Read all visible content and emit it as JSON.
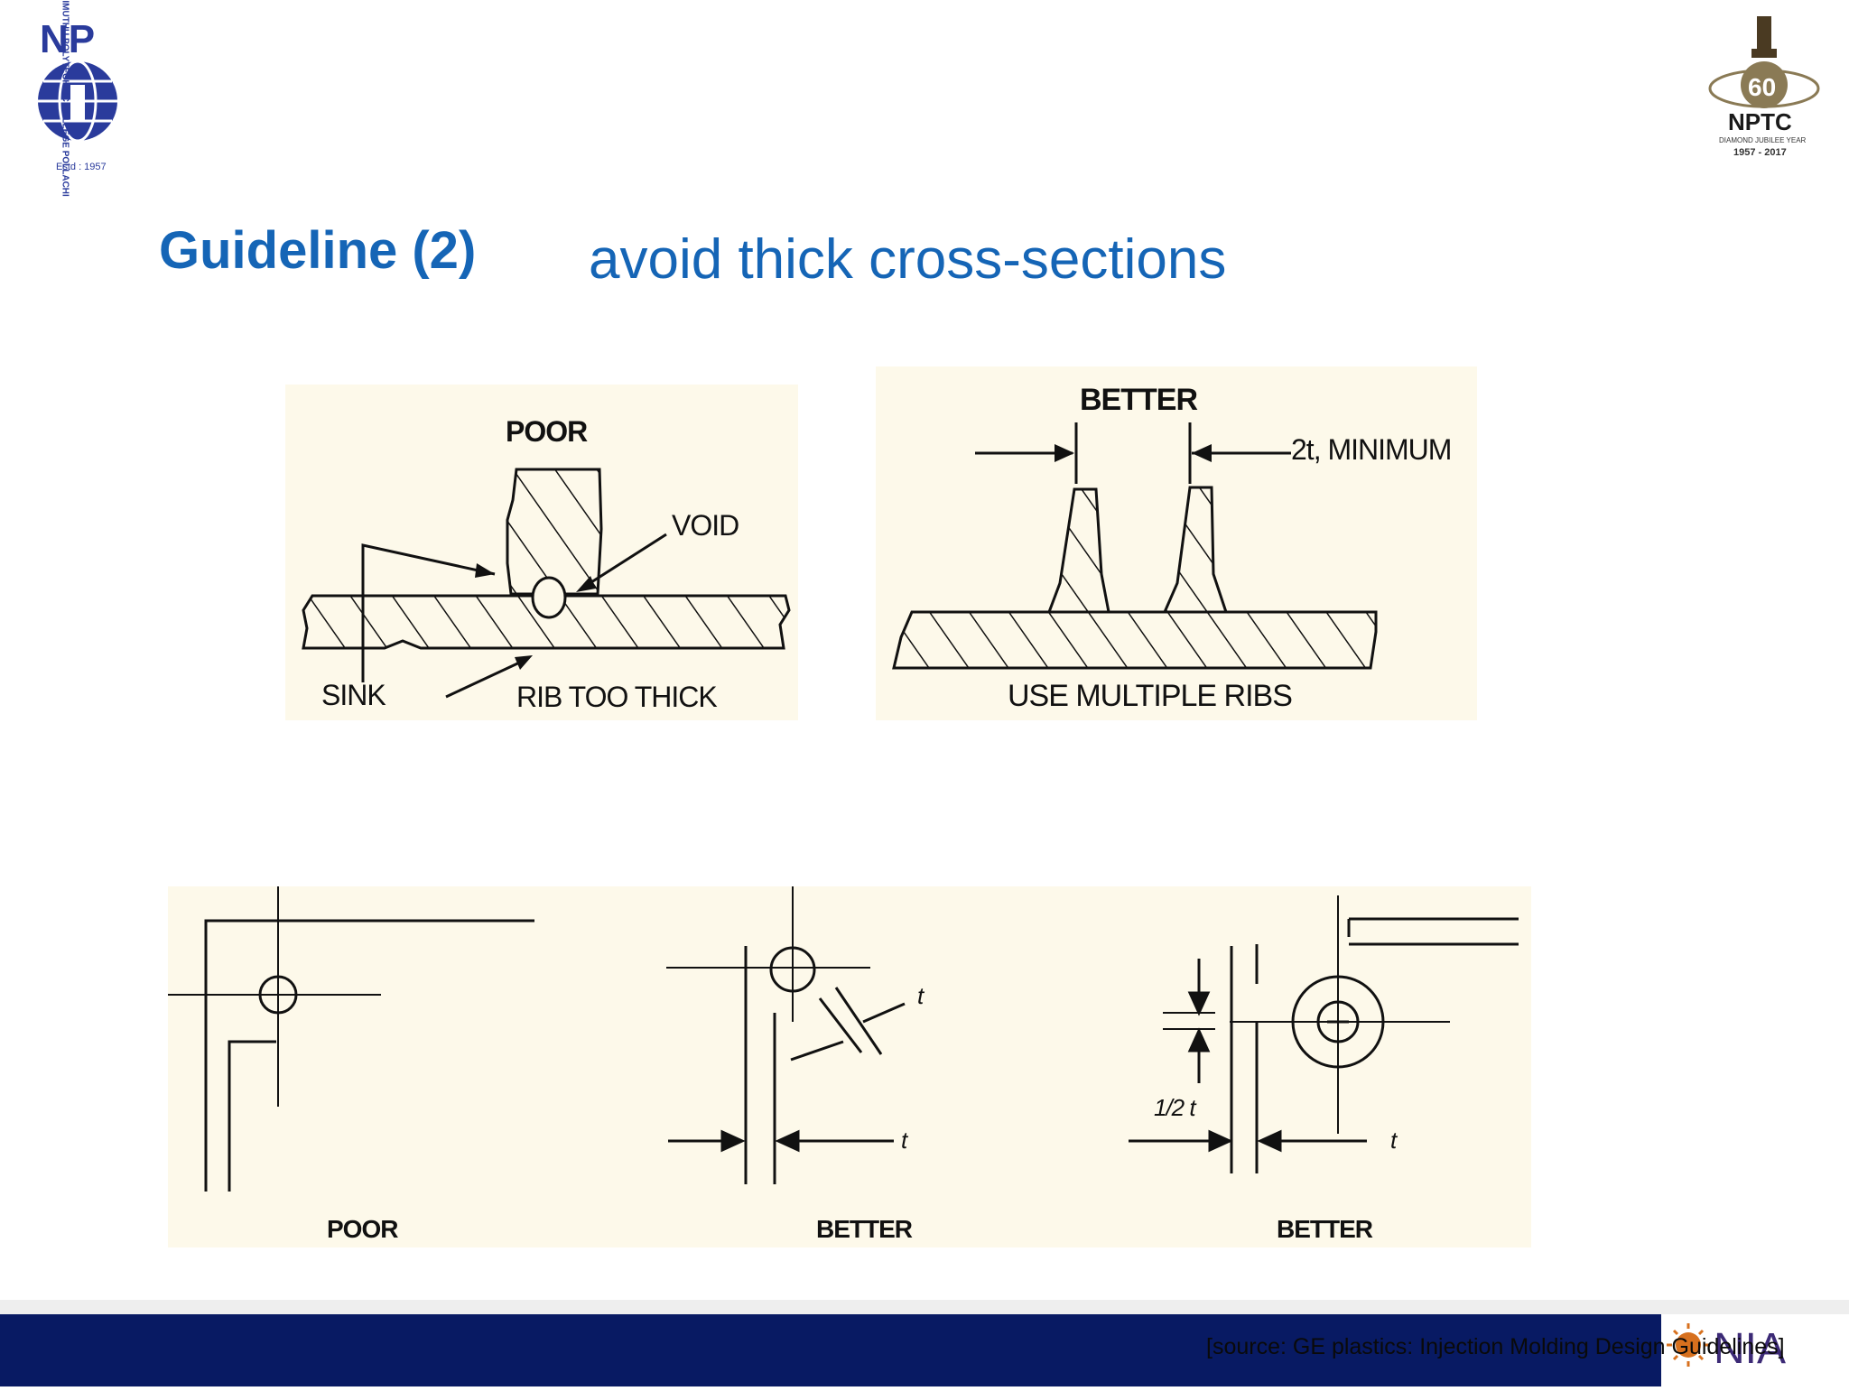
{
  "logos": {
    "left": {
      "letters": "NP",
      "ring_text": "NACHIMUTHU POLYTECHNIC COLLEGE POLLACHI",
      "estd": "Estd : 1957"
    },
    "right": {
      "number": "60",
      "name": "NPTC",
      "tagline": "DIAMOND JUBILEE YEAR",
      "years": "1957 - 2017"
    },
    "footer": {
      "letters": "NIA"
    }
  },
  "slide": {
    "heading": "Guideline (2)",
    "subheading": "avoid thick cross-sections"
  },
  "diagram_ribs_poor": {
    "title": "POOR",
    "void": "VOID",
    "sink": "SINK",
    "rib": "RIB TOO THICK"
  },
  "diagram_ribs_better": {
    "title": "BETTER",
    "minimum": "2t, MINIMUM",
    "caption": "USE MULTIPLE RIBS"
  },
  "diagram_corners": {
    "poor": "POOR",
    "better1": "BETTER",
    "better2": "BETTER",
    "t": "t",
    "half_t": "1/2 t"
  },
  "footer": {
    "source": "[source: GE plastics: Injection Molding Design Guidelines]"
  },
  "colors": {
    "title": "#1565b6",
    "footer": "#081a63",
    "panel": "#fdf9ea",
    "logo_blue": "#2a3b9c"
  }
}
